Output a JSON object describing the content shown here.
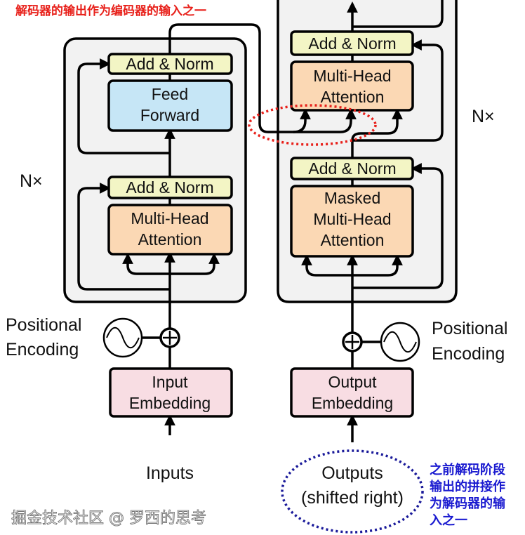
{
  "annotations": {
    "top_red": "解码器的输出作为编码器的输入之一",
    "right_blue": [
      "之前解码阶段",
      "输出的拼接作",
      "为解码器的输",
      "入之一"
    ],
    "watermark": "掘金技术社区 @ 罗西的思考"
  },
  "encoder": {
    "repeat": "N×",
    "add_norm_top": "Add & Norm",
    "feed_forward": [
      "Feed",
      "Forward"
    ],
    "add_norm_bottom": "Add & Norm",
    "attention": [
      "Multi-Head",
      "Attention"
    ],
    "positional": [
      "Positional",
      "Encoding"
    ],
    "embedding": [
      "Input",
      "Embedding"
    ],
    "input_label": "Inputs"
  },
  "decoder": {
    "repeat": "N×",
    "add_norm_top": "Add & Norm",
    "attention": [
      "Multi-Head",
      "Attention"
    ],
    "add_norm_bottom": "Add & Norm",
    "masked_attention": [
      "Masked",
      "Multi-Head",
      "Attention"
    ],
    "positional": [
      "Positional",
      "Encoding"
    ],
    "embedding": [
      "Output",
      "Embedding"
    ],
    "output_label": [
      "Outputs",
      "(shifted right)"
    ]
  },
  "colors": {
    "add_norm": "#f3f5c5",
    "feed_forward": "#c6e6f6",
    "attention": "#fbd8b4",
    "embedding": "#f8dde3",
    "stack_bg": "#f2f2f2",
    "red": "#e8201a",
    "blue": "#1a1ad0"
  }
}
